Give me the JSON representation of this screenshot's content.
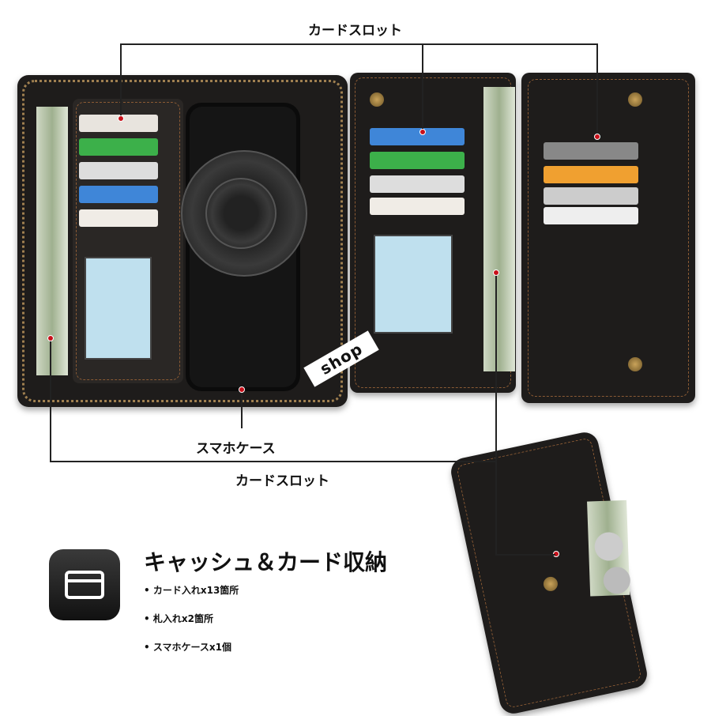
{
  "annotations": {
    "top_label": "カードスロット",
    "phone_case_label": "スマホケース",
    "bottom_label": "カードスロット"
  },
  "feature": {
    "icon": "card-wallet-icon",
    "title": "キャッシュ＆カード収納",
    "bullets": [
      "カード入れx13箇所",
      "札入れx2箇所",
      "スマホケースx1個"
    ]
  },
  "watermark": "shop",
  "colors": {
    "accent_dot": "#c8101a",
    "leather": "#1e1c1b",
    "stitch": "#8a5a34"
  }
}
